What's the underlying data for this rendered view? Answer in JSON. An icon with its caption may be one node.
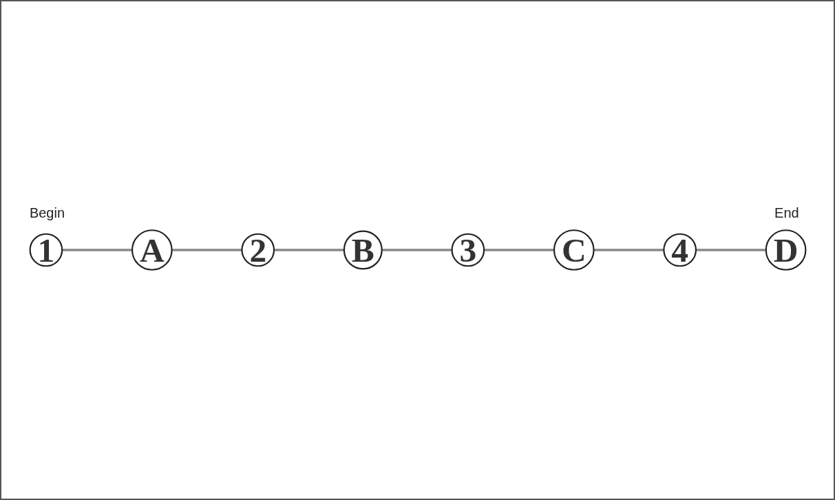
{
  "diagram": {
    "nodes": [
      {
        "text": [
          "1"
        ],
        "beside": [
          "Begin"
        ]
      },
      {
        "text": [
          "A"
        ]
      },
      {
        "text": [
          "2"
        ]
      },
      {
        "text": [
          "B"
        ]
      },
      {
        "text": [
          "3"
        ]
      },
      {
        "text": [
          "C"
        ]
      },
      {
        "text": [
          "4"
        ]
      },
      {
        "text": [
          "D"
        ],
        "beside": [
          "End"
        ]
      }
    ],
    "edges": [
      {
        "from": 0,
        "to": 1,
        "arrow": "none"
      },
      {
        "from": 1,
        "to": 2,
        "arrow": "none"
      },
      {
        "from": 2,
        "to": 3,
        "arrow": "none"
      },
      {
        "from": 3,
        "to": 4,
        "arrow": "none"
      },
      {
        "from": 4,
        "to": 5,
        "arrow": "none"
      },
      {
        "from": 5,
        "to": 6,
        "arrow": "none"
      },
      {
        "from": 6,
        "to": 7,
        "arrow": "none"
      }
    ]
  }
}
